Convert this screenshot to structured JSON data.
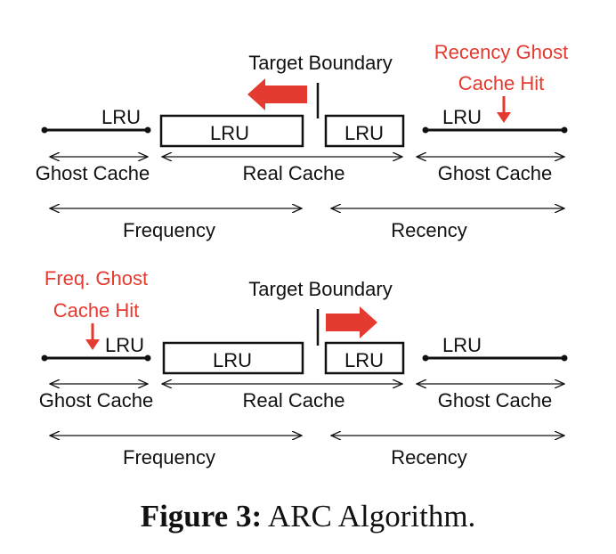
{
  "diagrams": [
    {
      "target_label": "Target Boundary",
      "lru": "LRU",
      "ghost_cache": "Ghost Cache",
      "real_cache": "Real Cache",
      "frequency": "Frequency",
      "recency": "Recency",
      "hit_label": [
        "Recency Ghost",
        "Cache Hit"
      ],
      "hit_side": "recency",
      "arrow_direction": "left"
    },
    {
      "target_label": "Target Boundary",
      "lru": "LRU",
      "ghost_cache": "Ghost Cache",
      "real_cache": "Real Cache",
      "frequency": "Frequency",
      "recency": "Recency",
      "hit_label": [
        "Freq. Ghost",
        "Cache Hit"
      ],
      "hit_side": "frequency",
      "arrow_direction": "right"
    }
  ],
  "caption": {
    "label": "Figure 3:",
    "text": " ARC Algorithm."
  },
  "colors": {
    "accent": "#e53a2f",
    "line": "#111111"
  }
}
